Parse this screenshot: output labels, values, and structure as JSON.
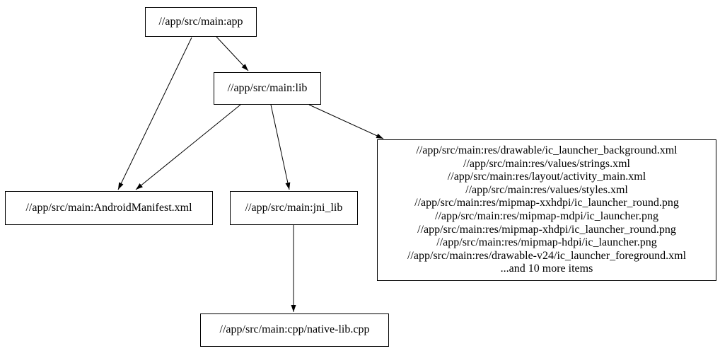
{
  "graph": {
    "background_color": "#ffffff",
    "node_border_color": "#000000",
    "text_color": "#000000",
    "nodes": {
      "app": {
        "label": "//app/src/main:app"
      },
      "lib": {
        "label": "//app/src/main:lib"
      },
      "android_manifest": {
        "label": "//app/src/main:AndroidManifest.xml"
      },
      "jni_lib": {
        "label": "//app/src/main:jni_lib"
      },
      "native_lib_cpp": {
        "label": "//app/src/main:cpp/native-lib.cpp"
      },
      "res_group": {
        "lines": [
          "//app/src/main:res/drawable/ic_launcher_background.xml",
          "//app/src/main:res/values/strings.xml",
          "//app/src/main:res/layout/activity_main.xml",
          "//app/src/main:res/values/styles.xml",
          "//app/src/main:res/mipmap-xxhdpi/ic_launcher_round.png",
          "//app/src/main:res/mipmap-mdpi/ic_launcher.png",
          "//app/src/main:res/mipmap-xhdpi/ic_launcher_round.png",
          "//app/src/main:res/mipmap-hdpi/ic_launcher.png",
          "//app/src/main:res/drawable-v24/ic_launcher_foreground.xml",
          "...and 10 more items"
        ]
      }
    },
    "edges": [
      {
        "from": "app",
        "to": "lib"
      },
      {
        "from": "app",
        "to": "android_manifest"
      },
      {
        "from": "lib",
        "to": "android_manifest"
      },
      {
        "from": "lib",
        "to": "jni_lib"
      },
      {
        "from": "lib",
        "to": "res_group"
      },
      {
        "from": "jni_lib",
        "to": "native_lib_cpp"
      }
    ]
  }
}
